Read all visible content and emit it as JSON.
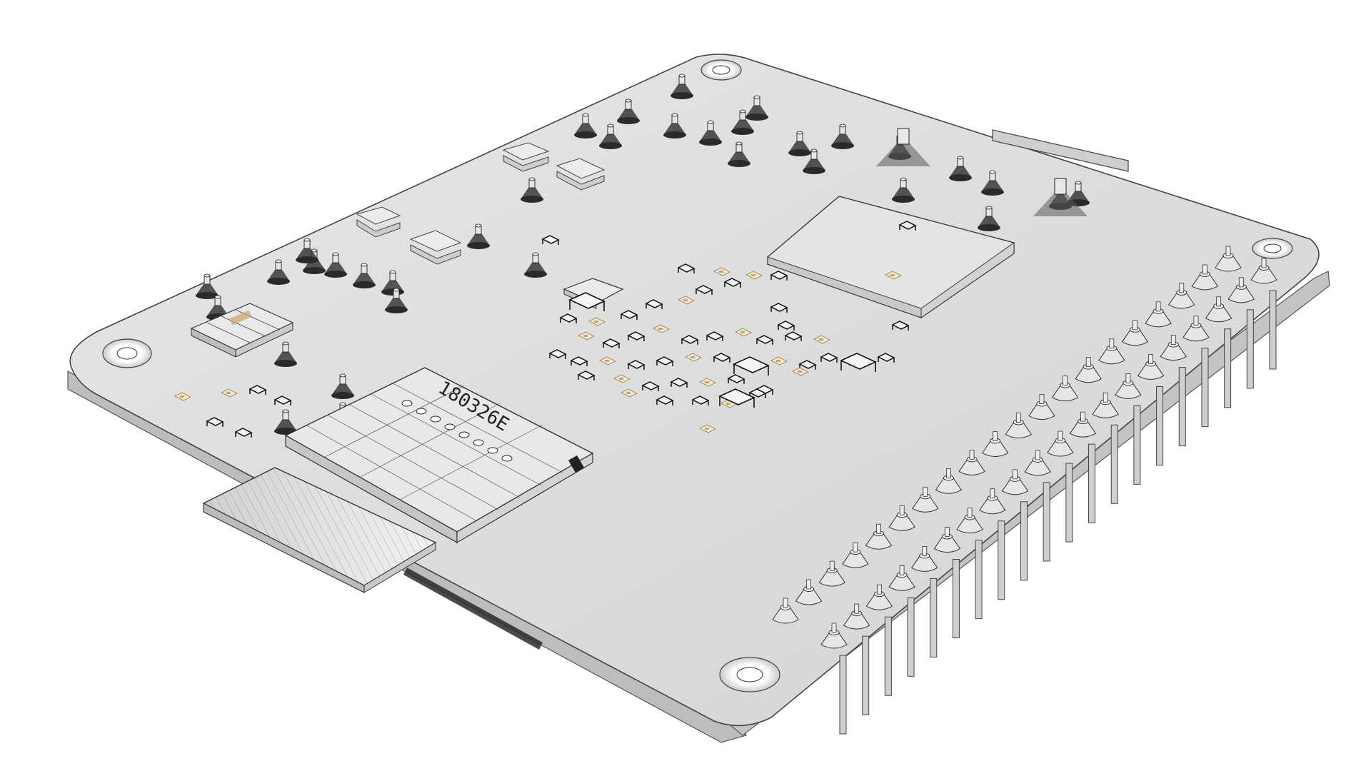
{
  "scene": {
    "kind": "pcb-render",
    "style": "grayscale-technical-shaded"
  },
  "connector": {
    "part_number": "180326E"
  },
  "colors": {
    "background": "#ffffff",
    "board_top": "#dedede",
    "board_edge": "#b8b8b8",
    "outline": "#3a3a3a",
    "component_dark": "#2e2e2e",
    "component_light": "#efefef",
    "pad_accent": "#c9a56a"
  }
}
